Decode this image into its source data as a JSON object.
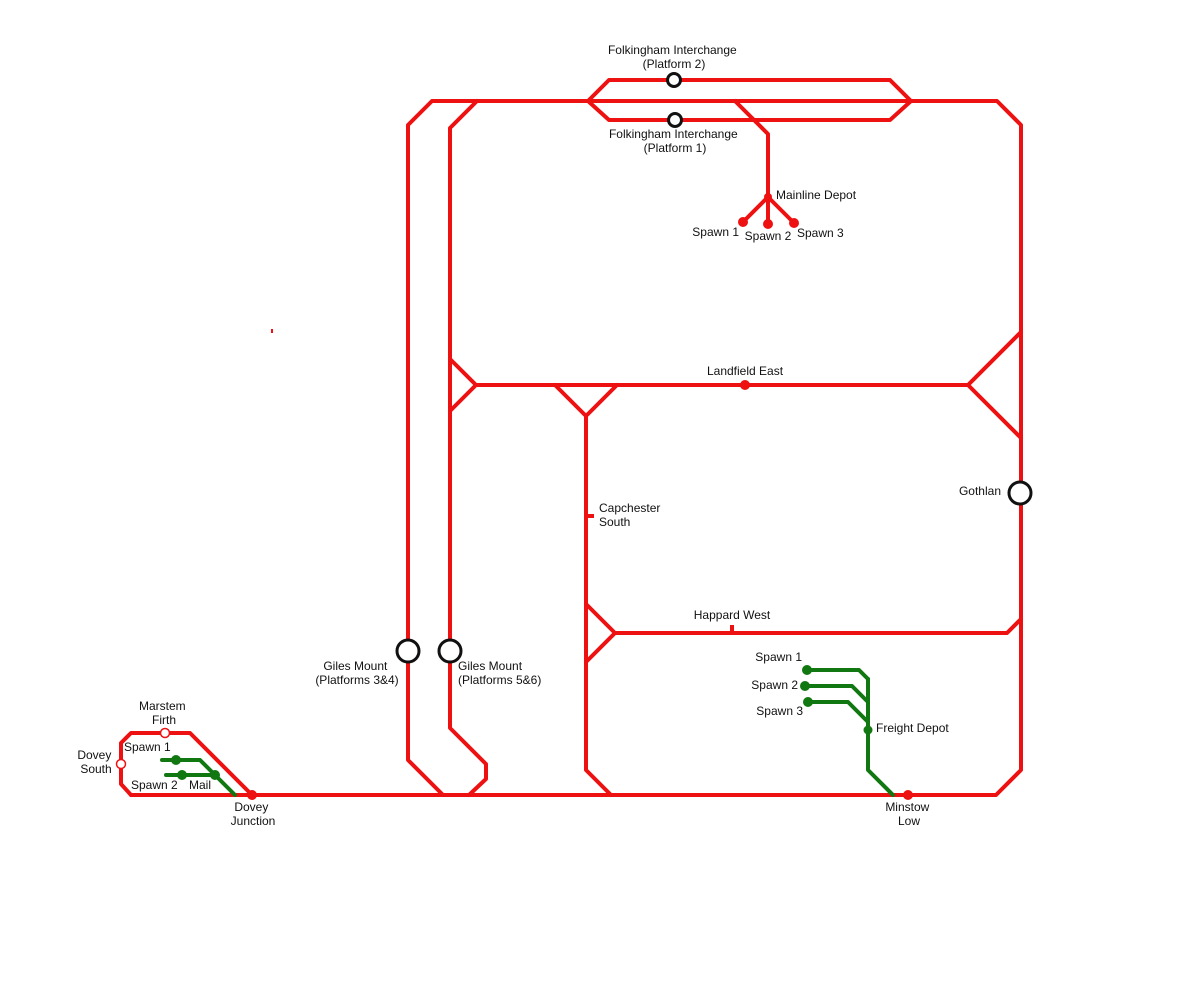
{
  "colors": {
    "mainline": "#ee1111",
    "freight": "#117711",
    "interchange_ring": "#111111",
    "background": "#ffffff"
  },
  "stations": {
    "folkingham_p2": [
      "Folkingham Interchange",
      "(Platform 2)"
    ],
    "folkingham_p1": [
      "Folkingham Interchange",
      "(Platform 1)"
    ],
    "mainline_depot": "Mainline Depot",
    "depot_spawn_1": "Spawn 1",
    "depot_spawn_2": "Spawn 2",
    "depot_spawn_3": "Spawn 3",
    "landfield_east": "Landfield East",
    "capchester_south": [
      "Capchester",
      "South"
    ],
    "gothlan": "Gothlan",
    "happard_west": "Happard West",
    "giles_mount_34": [
      "Giles Mount",
      "(Platforms 3&4)"
    ],
    "giles_mount_56": [
      "Giles Mount",
      "(Platforms 5&6)"
    ],
    "freight_spawn_1": "Spawn 1",
    "freight_spawn_2": "Spawn 2",
    "freight_spawn_3": "Spawn 3",
    "freight_depot": "Freight Depot",
    "minstow_low": [
      "Minstow",
      "Low"
    ],
    "marstem_firth": [
      "Marstem",
      "Firth"
    ],
    "dovey_south": [
      "Dovey",
      "South"
    ],
    "dovey_spawn_1": "Spawn 1",
    "dovey_spawn_2": "Spawn 2",
    "dovey_mail": "Mail",
    "dovey_junction": [
      "Dovey",
      "Junction"
    ]
  }
}
